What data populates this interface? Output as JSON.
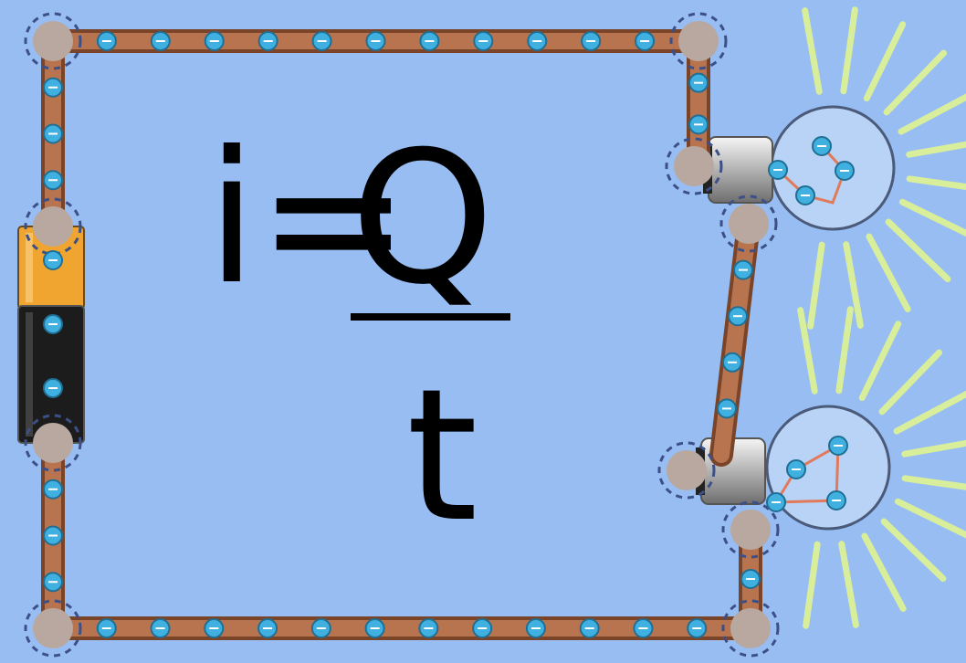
{
  "formula": {
    "lhs": "i=",
    "numerator": "Q",
    "denominator": "t"
  },
  "colors": {
    "background": "#97bdf3",
    "wire": "#b8734f",
    "wire_dark": "#7a4429",
    "electron": "#3fb0e0",
    "battery_positive": "#f0a530",
    "battery_body": "#1c1c1c",
    "bulb_glass": "#b8d3f5",
    "light_ray": "#d9ee9a",
    "junction": "#b9a8a0",
    "junction_ring": "#3c4f86"
  },
  "icons": [
    "battery-icon",
    "light-bulb-icon",
    "electron-icon",
    "wire-junction-icon"
  ]
}
